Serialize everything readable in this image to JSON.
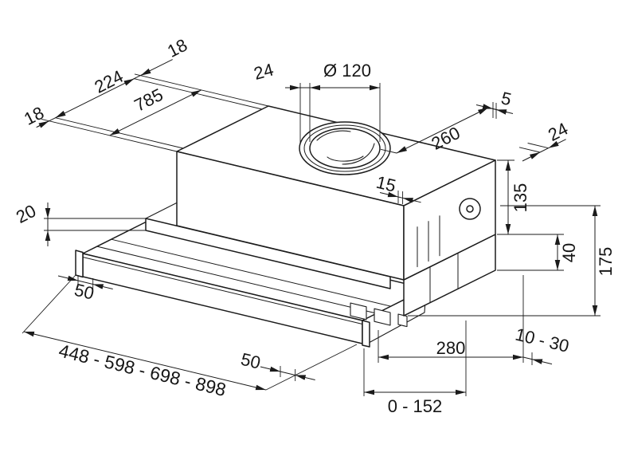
{
  "drawing": {
    "line_color": "#1b1b1b",
    "background": "#ffffff",
    "labels": {
      "top_chain_18_front": "18",
      "top_chain_224": "224",
      "top_chain_18_back": "18",
      "top_785": "785",
      "duct_24": "24",
      "duct_diameter": "Ø 120",
      "right_260": "260",
      "right_5": "5",
      "right_24": "24",
      "right_15": "15",
      "height_135": "135",
      "height_40": "40",
      "height_175": "175",
      "left_20": "20",
      "left_50": "50",
      "width_options": "448 - 598 - 698 - 898",
      "bottom_50": "50",
      "bottom_280": "280",
      "bottom_10_30": "10 - 30",
      "bottom_0_152": "0 - 152"
    }
  }
}
